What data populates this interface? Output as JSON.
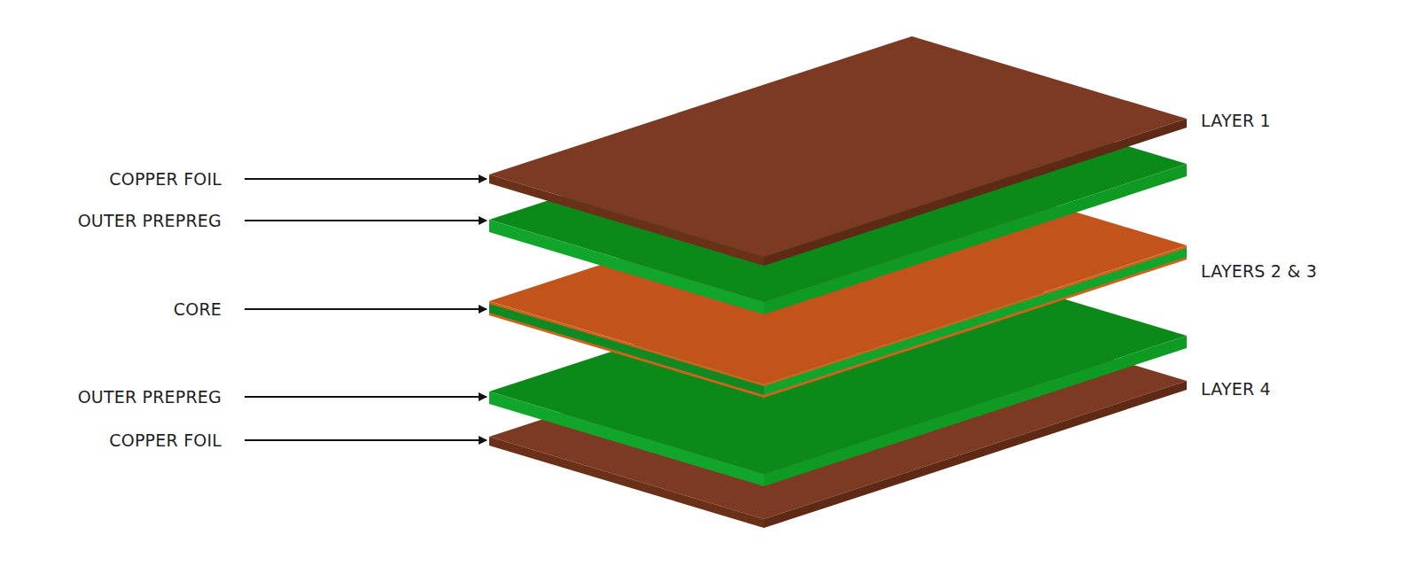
{
  "diagram": {
    "labels": [
      "LAYER 1",
      "COPPER FOIL",
      "OUTER PREPREG",
      "LAYERS 2 & 3",
      "CORE",
      "LAYER 4",
      "OUTER PREPREG",
      "COPPER FOIL"
    ]
  }
}
